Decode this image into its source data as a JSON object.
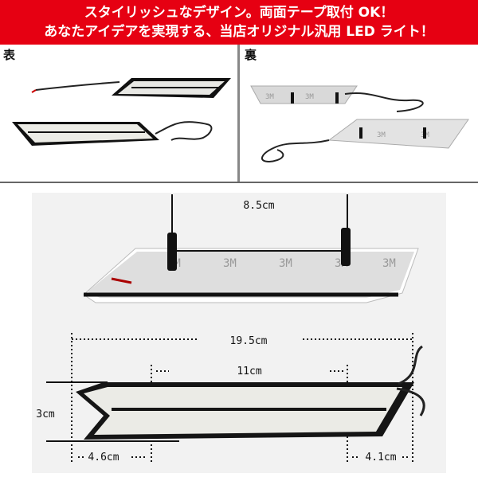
{
  "banner": {
    "line1": "スタイリッシュなデザイン。両面テープ取付 OK！",
    "line2": "あなたアイデアを実現する、当店オリジナル汎用 LED ライト！"
  },
  "photos": {
    "front_label": "表",
    "back_label": "裏"
  },
  "tape_mark": "3M",
  "dimensions": {
    "post_spacing": "8.5cm",
    "total_length": "19.5cm",
    "inner_length": "11cm",
    "height": "3cm",
    "left_offset": "4.6cm",
    "right_offset": "4.1cm"
  },
  "colors": {
    "banner": "#e60012",
    "tape": "#d9d9d9",
    "frame": "#111111",
    "led": "#f2f2ee"
  }
}
